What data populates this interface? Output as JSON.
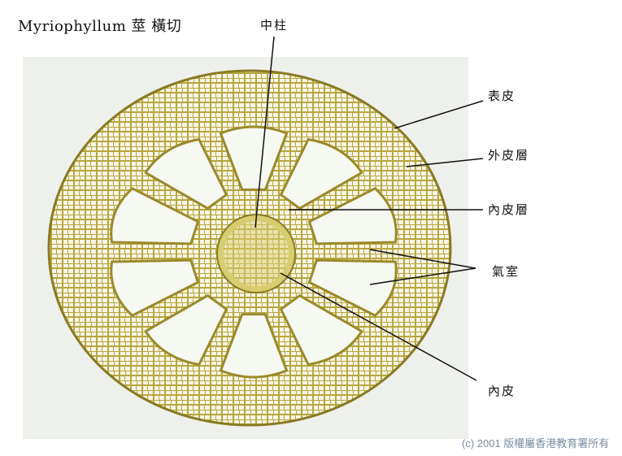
{
  "title": "Myriophyllum  莖  橫切",
  "labels": {
    "stele": "中柱",
    "epidermis": "表皮",
    "outer_cortex": "外皮層",
    "inner_cortex": "內皮層",
    "air_chamber": "氣室",
    "endodermis": "內皮"
  },
  "copyright": "(c) 2001 版權屬香港教育署所有",
  "colors": {
    "tissue": "#e8dc8a",
    "cellwall": "#8a7a22",
    "background": "#eef0ec",
    "chamber": "#f6f8f2"
  }
}
